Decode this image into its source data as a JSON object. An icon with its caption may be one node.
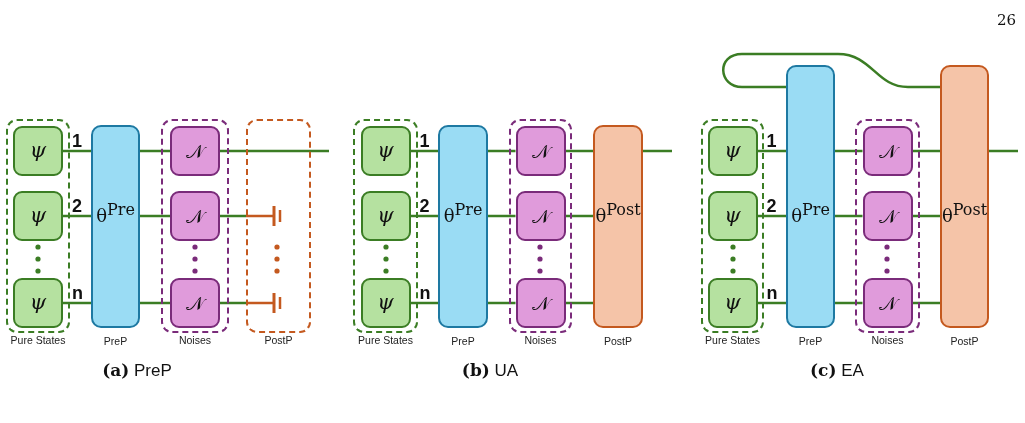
{
  "diagram": {
    "nodes": [
      {
        "text": [
          "Pure States"
        ]
      },
      {
        "text": [
          "ψ"
        ],
        "in": 0
      },
      {
        "text": [
          "ψ"
        ],
        "in": 0
      },
      {
        "text": [
          "ψ"
        ],
        "in": 0
      },
      {
        "text": [
          "θ$^{Pre}$",
          "PreP"
        ]
      },
      {
        "text": [
          "Noises"
        ]
      },
      {
        "text": [
          "𝒩"
        ],
        "in": 5
      },
      {
        "text": [
          "𝒩"
        ],
        "in": 5
      },
      {
        "text": [
          "𝒩"
        ],
        "in": 5
      },
      {
        "text": [
          "PostP"
        ]
      },
      {
        "text": [],
        "shape": "ground",
        "in": 9
      },
      {
        "text": [],
        "shape": "ground",
        "in": 9
      },
      {
        "text": [
          "Pure States"
        ]
      },
      {
        "text": [
          "ψ"
        ],
        "in": 12
      },
      {
        "text": [
          "ψ"
        ],
        "in": 12
      },
      {
        "text": [
          "ψ"
        ],
        "in": 12
      },
      {
        "text": [
          "θ$^{Pre}$",
          "PreP"
        ]
      },
      {
        "text": [
          "Noises"
        ]
      },
      {
        "text": [
          "𝒩"
        ],
        "in": 17
      },
      {
        "text": [
          "𝒩"
        ],
        "in": 17
      },
      {
        "text": [
          "𝒩"
        ],
        "in": 17
      },
      {
        "text": [
          "θ$^{Post}$",
          "PostP"
        ]
      },
      {
        "text": [
          "Pure States"
        ]
      },
      {
        "text": [
          "ψ"
        ],
        "in": 22
      },
      {
        "text": [
          "ψ"
        ],
        "in": 22
      },
      {
        "text": [
          "ψ"
        ],
        "in": 22
      },
      {
        "text": [
          "θ$^{Pre}$",
          "PreP"
        ]
      },
      {
        "text": [
          "Noises"
        ]
      },
      {
        "text": [
          "𝒩"
        ],
        "in": 27
      },
      {
        "text": [
          "𝒩"
        ],
        "in": 27
      },
      {
        "text": [
          "𝒩"
        ],
        "in": 27
      },
      {
        "text": [
          "θ$^{Post}$",
          "PostP"
        ]
      }
    ],
    "edges": [
      {
        "from": 1,
        "to": 4,
        "arrow": "none",
        "label": "1"
      },
      {
        "from": 2,
        "to": 4,
        "arrow": "none",
        "label": "2"
      },
      {
        "from": 3,
        "to": 4,
        "arrow": "none",
        "label": "n"
      },
      {
        "from": 4,
        "to": 6,
        "arrow": "none"
      },
      {
        "from": 4,
        "to": 7,
        "arrow": "none"
      },
      {
        "from": 4,
        "to": 8,
        "arrow": "none"
      },
      {
        "from": 6,
        "to": null,
        "arrow": "none"
      },
      {
        "from": 7,
        "to": 10,
        "arrow": "none"
      },
      {
        "from": 8,
        "to": 11,
        "arrow": "none"
      },
      {
        "from": 13,
        "to": 16,
        "arrow": "none",
        "label": "1"
      },
      {
        "from": 14,
        "to": 16,
        "arrow": "none",
        "label": "2"
      },
      {
        "from": 15,
        "to": 16,
        "arrow": "none",
        "label": "n"
      },
      {
        "from": 16,
        "to": 18,
        "arrow": "none"
      },
      {
        "from": 16,
        "to": 19,
        "arrow": "none"
      },
      {
        "from": 16,
        "to": 20,
        "arrow": "none"
      },
      {
        "from": 18,
        "to": 21,
        "arrow": "none"
      },
      {
        "from": 19,
        "to": 21,
        "arrow": "none"
      },
      {
        "from": 20,
        "to": 21,
        "arrow": "none"
      },
      {
        "from": 21,
        "to": null,
        "arrow": "none"
      },
      {
        "from": 23,
        "to": 26,
        "arrow": "none",
        "label": "1"
      },
      {
        "from": 24,
        "to": 26,
        "arrow": "none",
        "label": "2"
      },
      {
        "from": 25,
        "to": 26,
        "arrow": "none",
        "label": "n"
      },
      {
        "from": 26,
        "to": 28,
        "arrow": "none"
      },
      {
        "from": 26,
        "to": 29,
        "arrow": "none"
      },
      {
        "from": 26,
        "to": 30,
        "arrow": "none"
      },
      {
        "from": 28,
        "to": 31,
        "arrow": "none"
      },
      {
        "from": 29,
        "to": 31,
        "arrow": "none"
      },
      {
        "from": 30,
        "to": 31,
        "arrow": "none"
      },
      {
        "from": 31,
        "to": null,
        "arrow": "none"
      },
      {
        "from": 26,
        "to": 31,
        "arrow": "none"
      }
    ],
    "labels": [
      "26",
      "**(a)** PreP",
      "**(b)** UA",
      "**(c)** EA"
    ]
  }
}
